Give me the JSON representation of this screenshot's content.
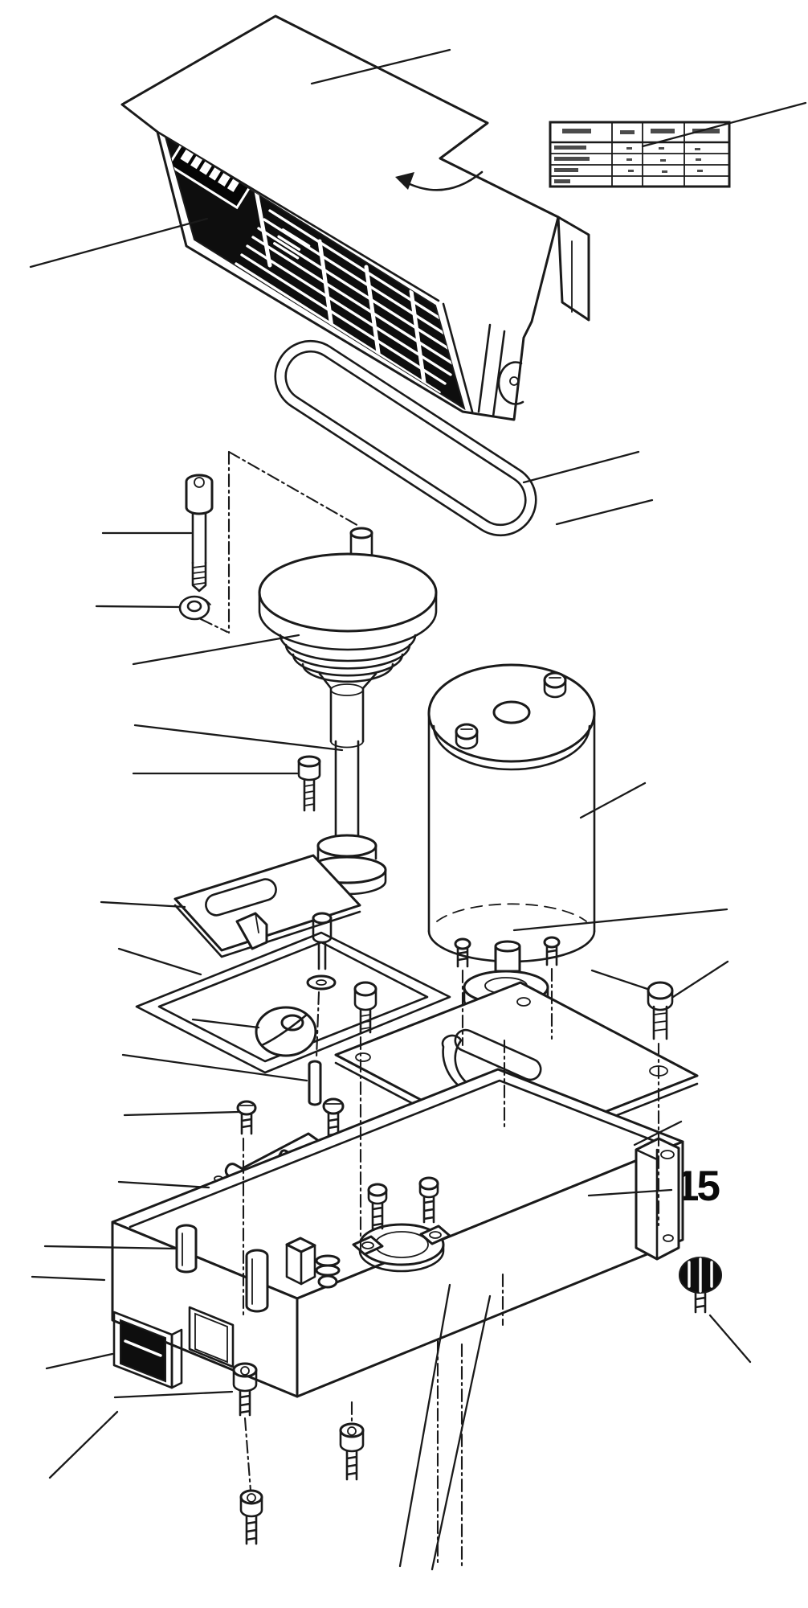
{
  "figure": {
    "kind": "exploded-parts-diagram",
    "callout": {
      "number": "15"
    },
    "colors": {
      "ink": "#1a1a1a",
      "paper": "#ffffff",
      "panel_fill": "#0e0e0e"
    },
    "icons": {
      "rotate_arrow": "curved-arrow",
      "alignment_arrow": "solid-arrowhead"
    },
    "spec_table": {
      "note": "",
      "rows": 5,
      "cols": 4
    }
  }
}
